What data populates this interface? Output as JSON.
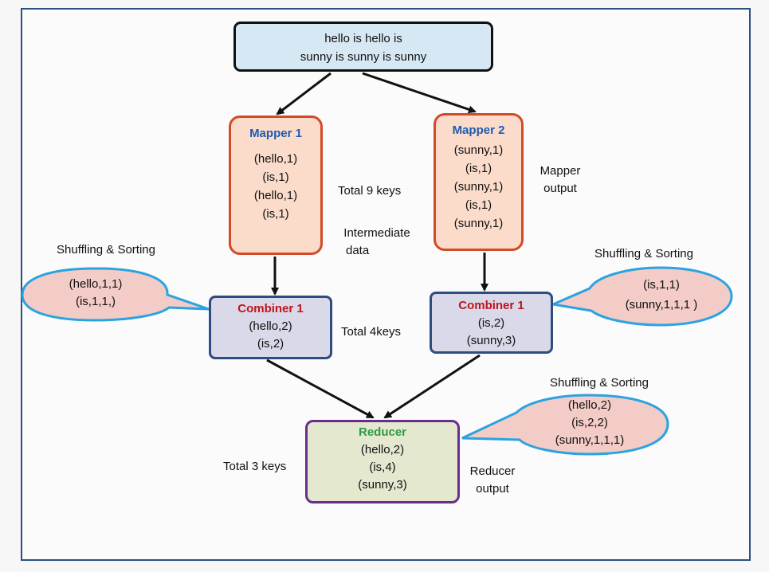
{
  "input": {
    "line1": "hello is hello is",
    "line2": "sunny is sunny is sunny"
  },
  "mapper1": {
    "title": "Mapper 1",
    "pairs": [
      "(hello,1)",
      "(is,1)",
      "(hello,1)",
      "(is,1)"
    ]
  },
  "mapper2": {
    "title": "Mapper 2",
    "pairs": [
      "(sunny,1)",
      "(is,1)",
      "(sunny,1)",
      "(is,1)",
      "(sunny,1)"
    ]
  },
  "combiner_left": {
    "title": "Combiner 1",
    "pairs": [
      "(hello,2)",
      "(is,2)"
    ]
  },
  "combiner_right": {
    "title": "Combiner 1",
    "pairs": [
      "(is,2)",
      "(sunny,3)"
    ]
  },
  "reducer": {
    "title": "Reducer",
    "pairs": [
      "(hello,2)",
      "(is,4)",
      "(sunny,3)"
    ]
  },
  "bubble_left": {
    "heading": "Shuffling & Sorting",
    "lines": [
      "(hello,1,1)",
      "(is,1,1,)"
    ]
  },
  "bubble_right": {
    "heading": "Shuffling & Sorting",
    "lines": [
      "(is,1,1)",
      "(sunny,1,1,1 )"
    ]
  },
  "bubble_reducer": {
    "heading": "Shuffling & Sorting",
    "lines": [
      "(hello,2)",
      "(is,2,2)",
      "(sunny,1,1,1)"
    ]
  },
  "labels": {
    "total_9_keys": "Total 9 keys",
    "intermediate_data_1": "Intermediate",
    "intermediate_data_2": "data",
    "mapper_output_1": "Mapper",
    "mapper_output_2": "output",
    "total_4_keys": "Total 4keys",
    "total_3_keys": "Total 3 keys",
    "reducer_output_1": "Reducer",
    "reducer_output_2": "output"
  },
  "colors": {
    "input_fill": "#d6e8f3",
    "mapper_fill": "#fbdccb",
    "mapper_border": "#d24a28",
    "mapper_title": "#1f5ab0",
    "combiner_fill": "#d9d9ea",
    "combiner_border": "#2f4c80",
    "combiner_title": "#c0141a",
    "reducer_fill": "#e3e8cf",
    "reducer_border": "#6a2d8c",
    "reducer_title": "#2e9b45",
    "bubble_fill": "#f3cbc7",
    "bubble_border": "#2aa3e0"
  }
}
